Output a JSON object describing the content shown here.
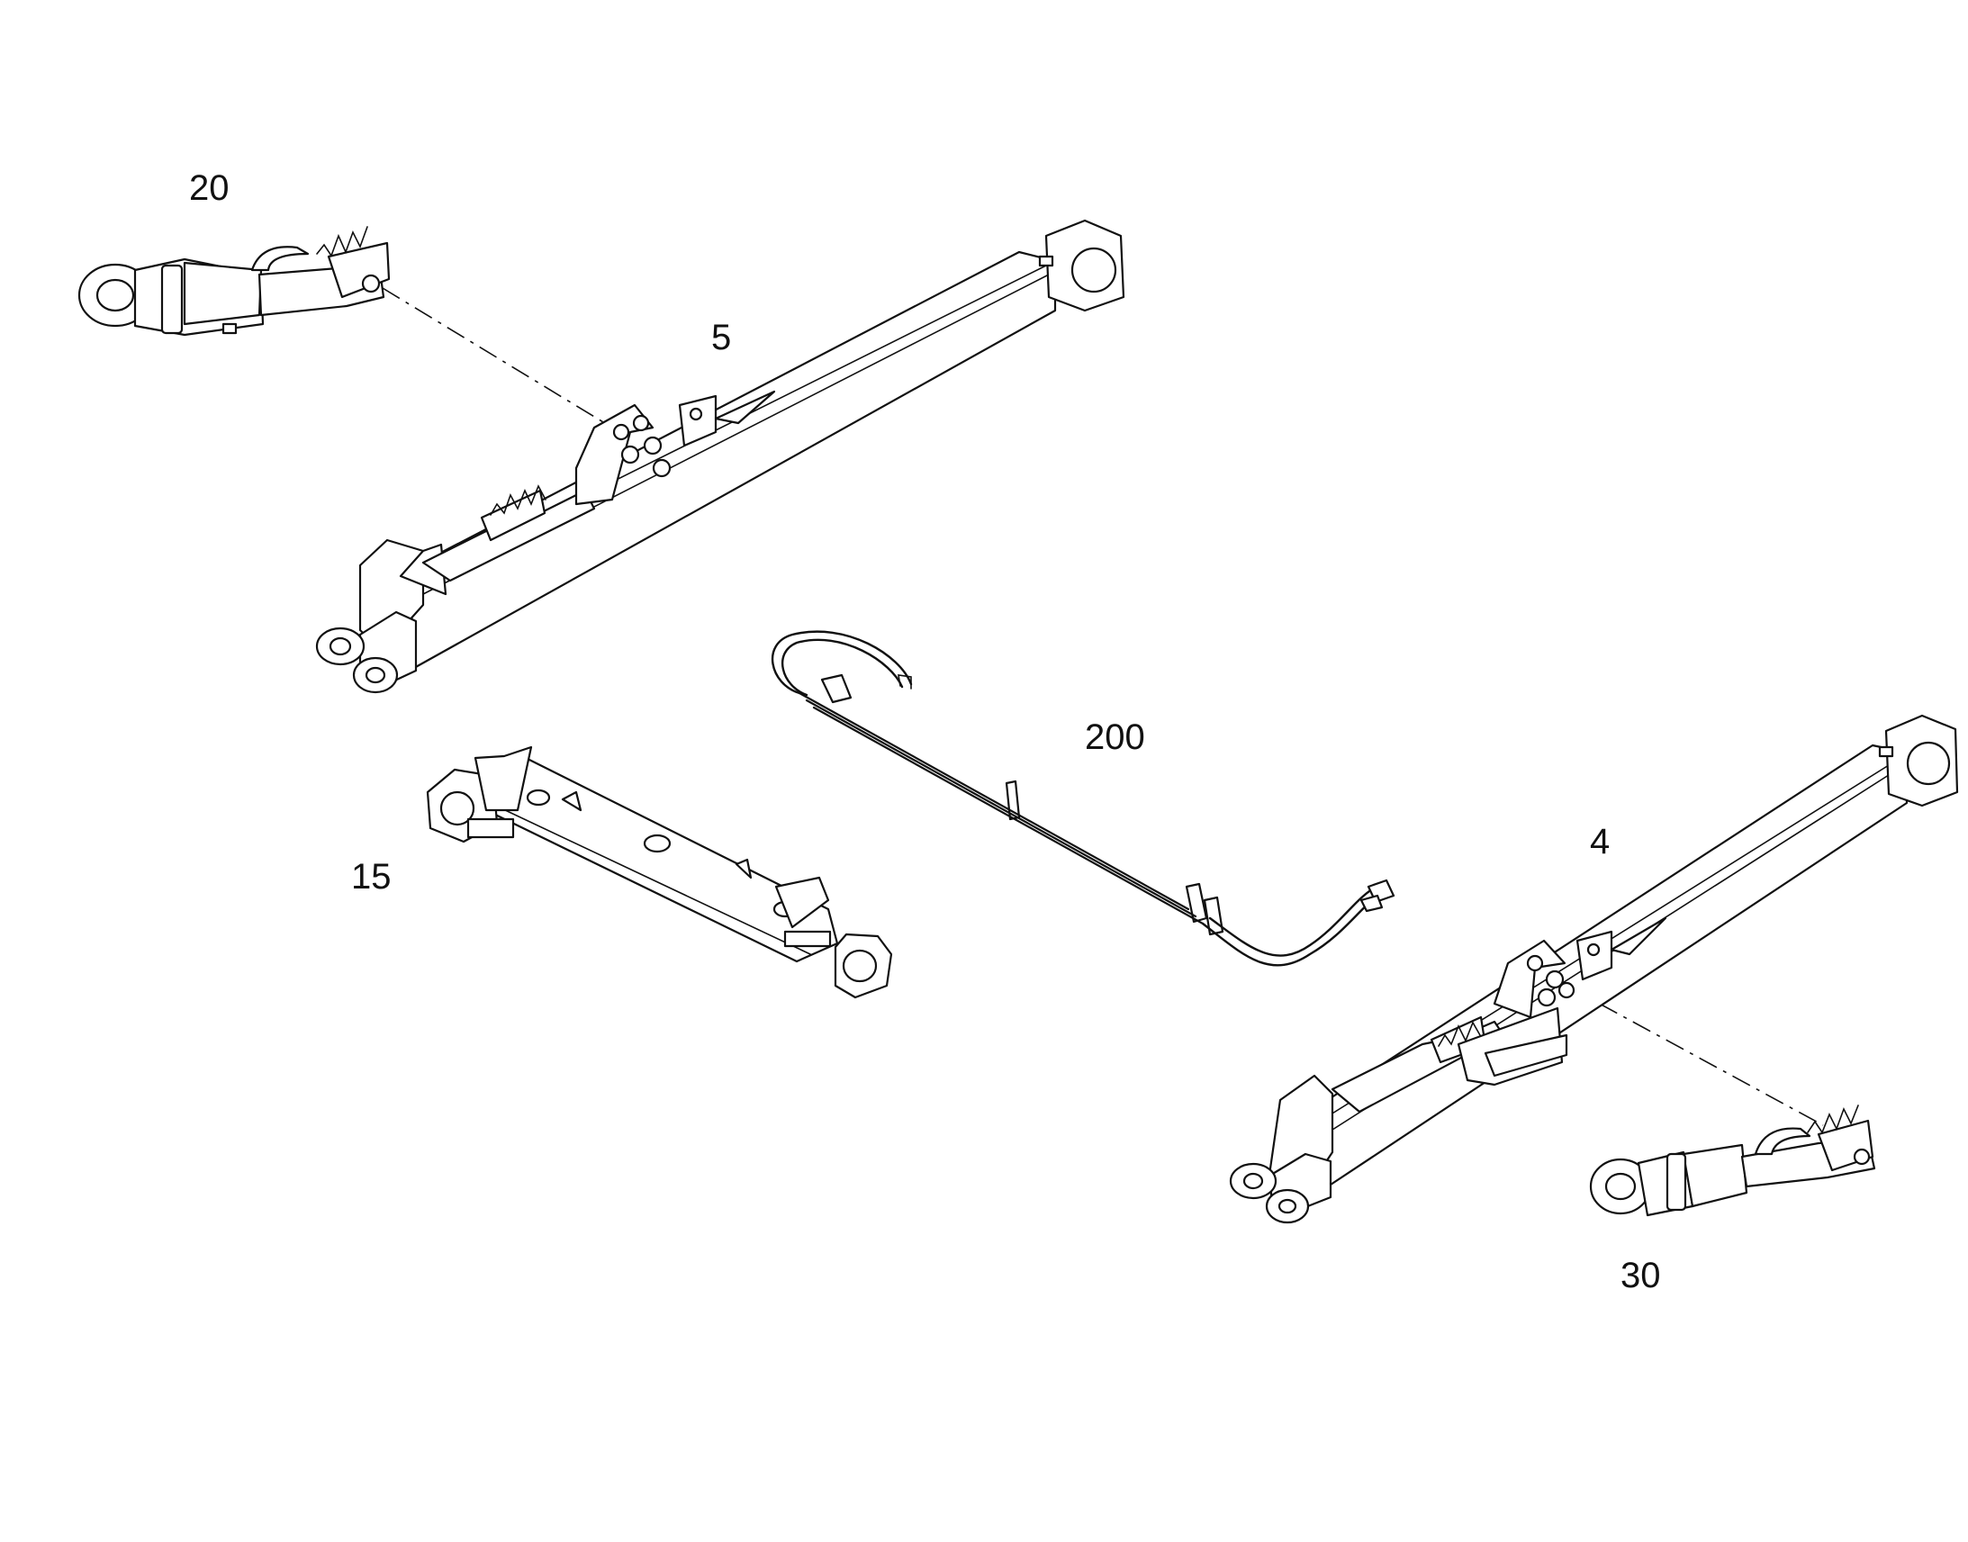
{
  "callouts": {
    "c20": "20",
    "c5": "5",
    "c200": "200",
    "c15": "15",
    "c4": "4",
    "c30": "30"
  },
  "colors": {
    "line": "#111111",
    "background": "#ffffff"
  }
}
